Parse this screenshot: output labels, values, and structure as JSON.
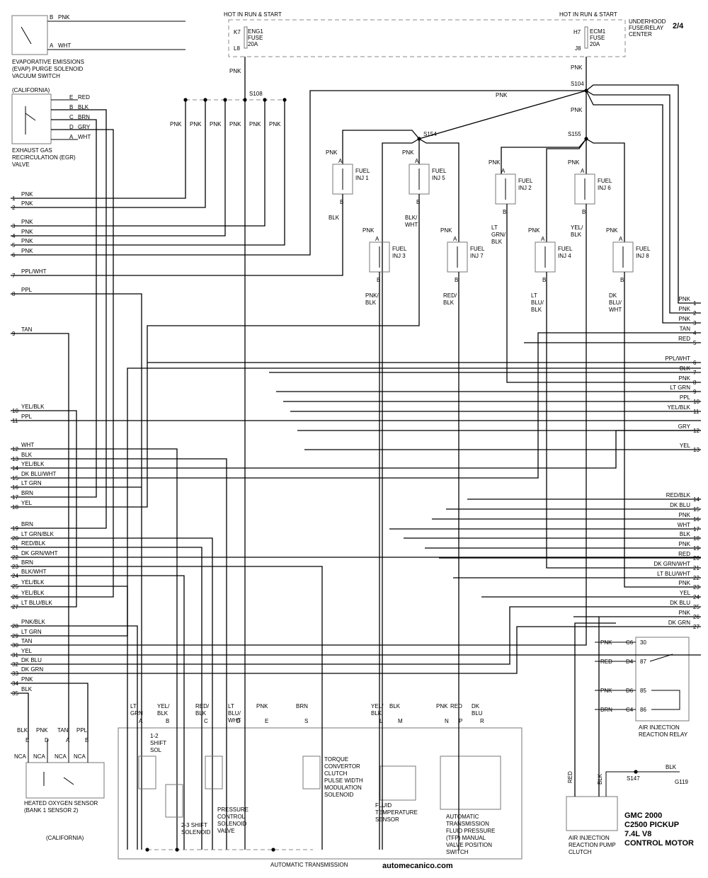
{
  "header": {
    "hot_left": "HOT IN RUN & START",
    "hot_right": "HOT IN RUN & START",
    "page_no": "2/4",
    "fuse_center": "UNDERHOOD FUSE/RELAY CENTER",
    "fuse1": {
      "pin_in": "K7",
      "pin_out": "L8",
      "name": "ENG1",
      "type": "FUSE",
      "amp": "20A"
    },
    "fuse2": {
      "pin_in": "H7",
      "pin_out": "J8",
      "name": "ECM1",
      "type": "FUSE",
      "amp": "20A"
    }
  },
  "splices": {
    "s108": "S108",
    "s104": "S104",
    "s154": "S154",
    "s155": "S155",
    "s147": "S147",
    "g119": "G119"
  },
  "components": {
    "evap_label": "EVAPORATIVE EMISSIONS (EVAP) PURGE SOLENOID VACUUM SWITCH",
    "evap_pin_b": "B",
    "evap_wire_b": "PNK",
    "evap_pin_a": "A",
    "evap_wire_a": "WHT",
    "california": "(CALIFORNIA)",
    "egr_label": "EXHAUST GAS RECIRCULATION (EGR) VALVE",
    "egr_pins": [
      {
        "pin": "E",
        "wire": "RED"
      },
      {
        "pin": "B",
        "wire": "BLK"
      },
      {
        "pin": "C",
        "wire": "BRN"
      },
      {
        "pin": "D",
        "wire": "GRY"
      },
      {
        "pin": "A",
        "wire": "WHT"
      }
    ],
    "injectors": [
      {
        "name": "FUEL INJ 1",
        "wire_a": "PNK",
        "wire_b": "BLK"
      },
      {
        "name": "FUEL INJ 5",
        "wire_a": "PNK",
        "wire_b": "BLK/ WHT"
      },
      {
        "name": "FUEL INJ 2",
        "wire_a": "PNK",
        "wire_b": "LT GRN/ BLK"
      },
      {
        "name": "FUEL INJ 6",
        "wire_a": "PNK",
        "wire_b": "YEL/ BLK"
      },
      {
        "name": "FUEL INJ 3",
        "wire_a": "PNK",
        "wire_b": "PNK/ BLK"
      },
      {
        "name": "FUEL INJ 7",
        "wire_a": "PNK",
        "wire_b": "RED/ BLK"
      },
      {
        "name": "FUEL INJ 4",
        "wire_a": "PNK",
        "wire_b": "LT BLU/ BLK"
      },
      {
        "name": "FUEL INJ 8",
        "wire_a": "PNK",
        "wire_b": "DK BLU/ WHT"
      }
    ],
    "o2_label": "HEATED OXYGEN SENSOR (BANK 1 SENSOR 2)",
    "o2_california": "(CALIFORNIA)",
    "o2_pins": [
      {
        "pin": "E",
        "wire": "BLK",
        "nca": "NCA"
      },
      {
        "pin": "D",
        "wire": "PNK",
        "nca": "NCA"
      },
      {
        "pin": "A",
        "wire": "TAN",
        "nca": "NCA"
      },
      {
        "pin": "B",
        "wire": "PPL",
        "nca": "NCA"
      }
    ],
    "trans_label": "AUTOMATIC TRANSMISSION",
    "trans_conn": [
      {
        "wire": "LT GRN",
        "pin": "A"
      },
      {
        "wire": "YEL/ BLK",
        "pin": "B"
      },
      {
        "wire": "RED/ BLK",
        "pin": "C"
      },
      {
        "wire": "LT BLU/ WHT",
        "pin": "D"
      },
      {
        "wire": "PNK",
        "pin": "E"
      },
      {
        "wire": "BRN",
        "pin": "S"
      },
      {
        "wire": "YEL/ BLK",
        "pin": "L"
      },
      {
        "wire": "BLK",
        "pin": "M"
      },
      {
        "wire": "PNK",
        "pin": "N"
      },
      {
        "wire": "RED",
        "pin": "P"
      },
      {
        "wire": "DK BLU",
        "pin": "R"
      }
    ],
    "shift12": "1-2 SHIFT SOL",
    "shift23": "2-3 SHIFT SOLENOID",
    "pcs": "PRESSURE CONTROL SOLENOID VALVE",
    "tcc": "TORQUE CONVERTOR CLUTCH PULSE WIDTH MODULATION SOLENOID",
    "ftemp": "FLUID TEMPERATURE SENSOR",
    "tfp": "AUTOMATIC TRANSMISSION FLUID PRESSURE (TFP) MANUAL VALVE POSITION SWITCH",
    "relay_label": "AIR INJECTION REACTION RELAY",
    "relay_pins": [
      {
        "cav": "C6",
        "wire": "PNK",
        "term": "30"
      },
      {
        "cav": "D4",
        "wire": "RED",
        "term": "87"
      },
      {
        "cav": "D6",
        "wire": "PNK",
        "term": "85"
      },
      {
        "cav": "C4",
        "wire": "BRN",
        "term": "86"
      }
    ],
    "pump_label": "AIR INJECTION REACTION PUMP CLUTCH"
  },
  "left_pins": [
    {
      "n": "1",
      "w": "PNK"
    },
    {
      "n": "2",
      "w": "PNK"
    },
    {
      "n": "3",
      "w": "PNK"
    },
    {
      "n": "4",
      "w": "PNK"
    },
    {
      "n": "5",
      "w": "PNK"
    },
    {
      "n": "6",
      "w": "PNK"
    },
    {
      "n": "7",
      "w": "PPL/WHT"
    },
    {
      "n": "8",
      "w": "PPL"
    },
    {
      "n": "9",
      "w": "TAN"
    },
    {
      "n": "10",
      "w": "YEL/BLK"
    },
    {
      "n": "11",
      "w": "PPL"
    },
    {
      "n": "12",
      "w": "WHT"
    },
    {
      "n": "13",
      "w": "BLK"
    },
    {
      "n": "14",
      "w": "YEL/BLK"
    },
    {
      "n": "15",
      "w": "DK BLU/WHT"
    },
    {
      "n": "16",
      "w": "LT GRN"
    },
    {
      "n": "17",
      "w": "BRN"
    },
    {
      "n": "18",
      "w": "YEL"
    },
    {
      "n": "19",
      "w": "BRN"
    },
    {
      "n": "20",
      "w": "LT GRN/BLK"
    },
    {
      "n": "21",
      "w": "RED/BLK"
    },
    {
      "n": "22",
      "w": "DK GRN/WHT"
    },
    {
      "n": "23",
      "w": "BRN"
    },
    {
      "n": "24",
      "w": "BLK/WHT"
    },
    {
      "n": "25",
      "w": "YEL/BLK"
    },
    {
      "n": "26",
      "w": "YEL/BLK"
    },
    {
      "n": "27",
      "w": "LT BLU/BLK"
    },
    {
      "n": "28",
      "w": "PNK/BLK"
    },
    {
      "n": "29",
      "w": "LT GRN"
    },
    {
      "n": "30",
      "w": "TAN"
    },
    {
      "n": "31",
      "w": "YEL"
    },
    {
      "n": "32",
      "w": "DK BLU"
    },
    {
      "n": "33",
      "w": "DK GRN"
    },
    {
      "n": "34",
      "w": "PNK"
    },
    {
      "n": "35",
      "w": "BLK"
    }
  ],
  "right_pins": [
    {
      "n": "1",
      "w": "PNK"
    },
    {
      "n": "2",
      "w": "PNK"
    },
    {
      "n": "3",
      "w": "PNK"
    },
    {
      "n": "4",
      "w": "TAN"
    },
    {
      "n": "5",
      "w": "RED"
    },
    {
      "n": "6",
      "w": "PPL/WHT"
    },
    {
      "n": "7",
      "w": "BLK"
    },
    {
      "n": "8",
      "w": "PNK"
    },
    {
      "n": "9",
      "w": "LT GRN"
    },
    {
      "n": "10",
      "w": "PPL"
    },
    {
      "n": "11",
      "w": "YEL/BLK"
    },
    {
      "n": "12",
      "w": "GRY"
    },
    {
      "n": "13",
      "w": "YEL"
    },
    {
      "n": "14",
      "w": "RED/BLK"
    },
    {
      "n": "15",
      "w": "DK BLU"
    },
    {
      "n": "16",
      "w": "PNK"
    },
    {
      "n": "17",
      "w": "WHT"
    },
    {
      "n": "18",
      "w": "BLK"
    },
    {
      "n": "19",
      "w": "PNK"
    },
    {
      "n": "20",
      "w": "RED"
    },
    {
      "n": "21",
      "w": "DK GRN/WHT"
    },
    {
      "n": "22",
      "w": "LT BLU/WHT"
    },
    {
      "n": "23",
      "w": "PNK"
    },
    {
      "n": "24",
      "w": "YEL"
    },
    {
      "n": "25",
      "w": "DK BLU"
    },
    {
      "n": "26",
      "w": "PNK"
    },
    {
      "n": "27",
      "w": "DK GRN"
    }
  ],
  "footer": {
    "title_lines": [
      "GMC 2000",
      "C2500 PICKUP",
      "7.4L V8",
      "CONTROL MOTOR"
    ],
    "watermark": "automecanico.com"
  }
}
